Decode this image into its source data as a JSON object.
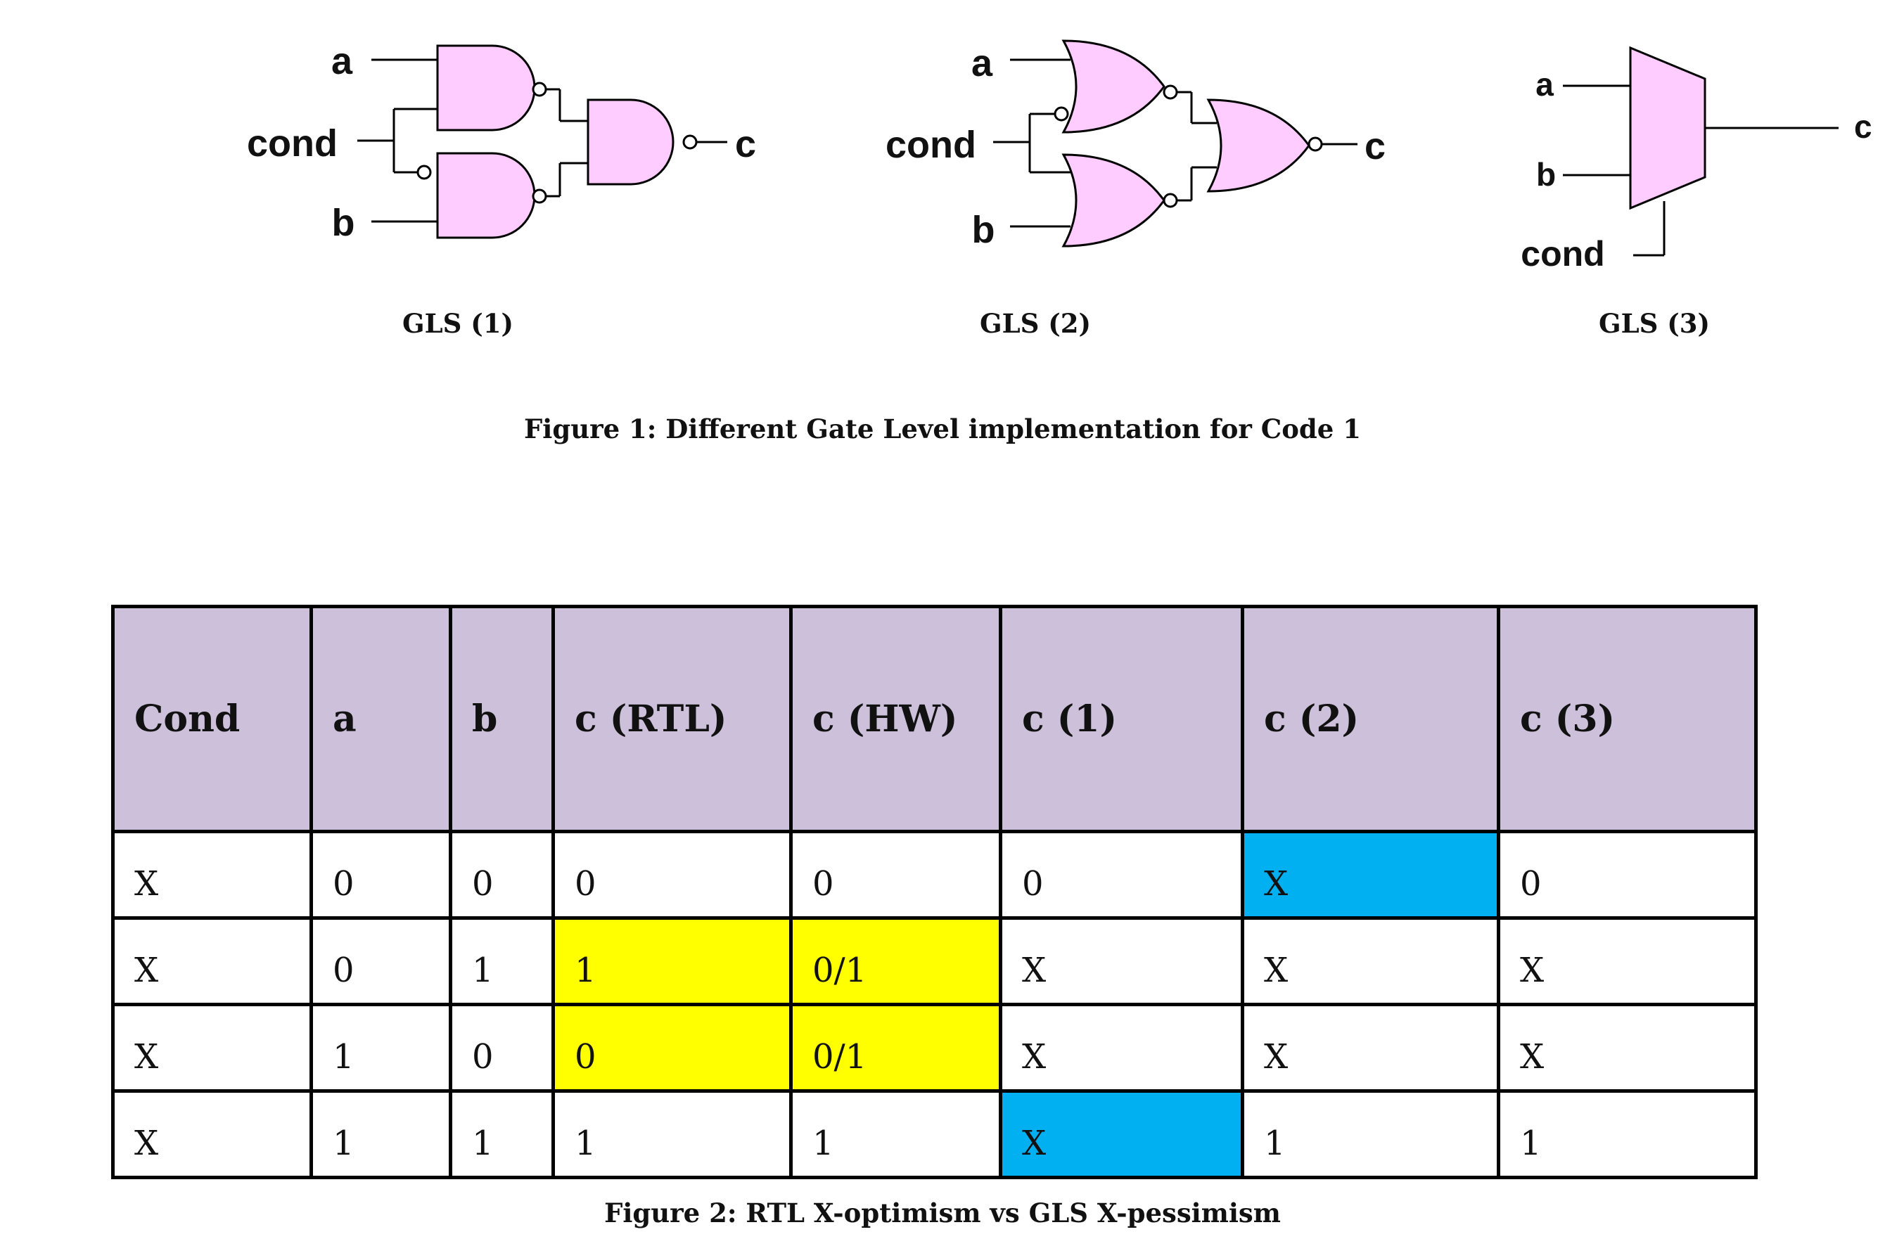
{
  "diagram": {
    "gls1": {
      "label": "GLS (1)",
      "inputs": [
        "a",
        "cond",
        "b"
      ],
      "output": "c"
    },
    "gls2": {
      "label": "GLS (2)",
      "inputs": [
        "a",
        "cond",
        "b"
      ],
      "output": "c"
    },
    "gls3": {
      "label": "GLS (3)",
      "inputs": [
        "a",
        "b",
        "cond"
      ],
      "output": "c"
    },
    "gate_fill": "#ffccff",
    "caption": "Figure 1: Different Gate Level implementation for Code 1"
  },
  "table": {
    "headers": [
      "Cond",
      "a",
      "b",
      "c (RTL)",
      "c (HW)",
      "c (1)",
      "c (2)",
      "c (3)"
    ],
    "rows": [
      [
        "X",
        "0",
        "0",
        "0",
        "0",
        "0",
        "X",
        "0"
      ],
      [
        "X",
        "0",
        "1",
        "1",
        "0/1",
        "X",
        "X",
        "X"
      ],
      [
        "X",
        "1",
        "0",
        "0",
        "0/1",
        "X",
        "X",
        "X"
      ],
      [
        "X",
        "1",
        "1",
        "1",
        "1",
        "X",
        "1",
        "1"
      ]
    ],
    "highlight_colors": {
      "yellow": "#ffff00",
      "blue": "#00b0f0",
      "header": "#ccc0da"
    },
    "caption": "Figure 2: RTL X-optimism vs GLS X-pessimism"
  }
}
